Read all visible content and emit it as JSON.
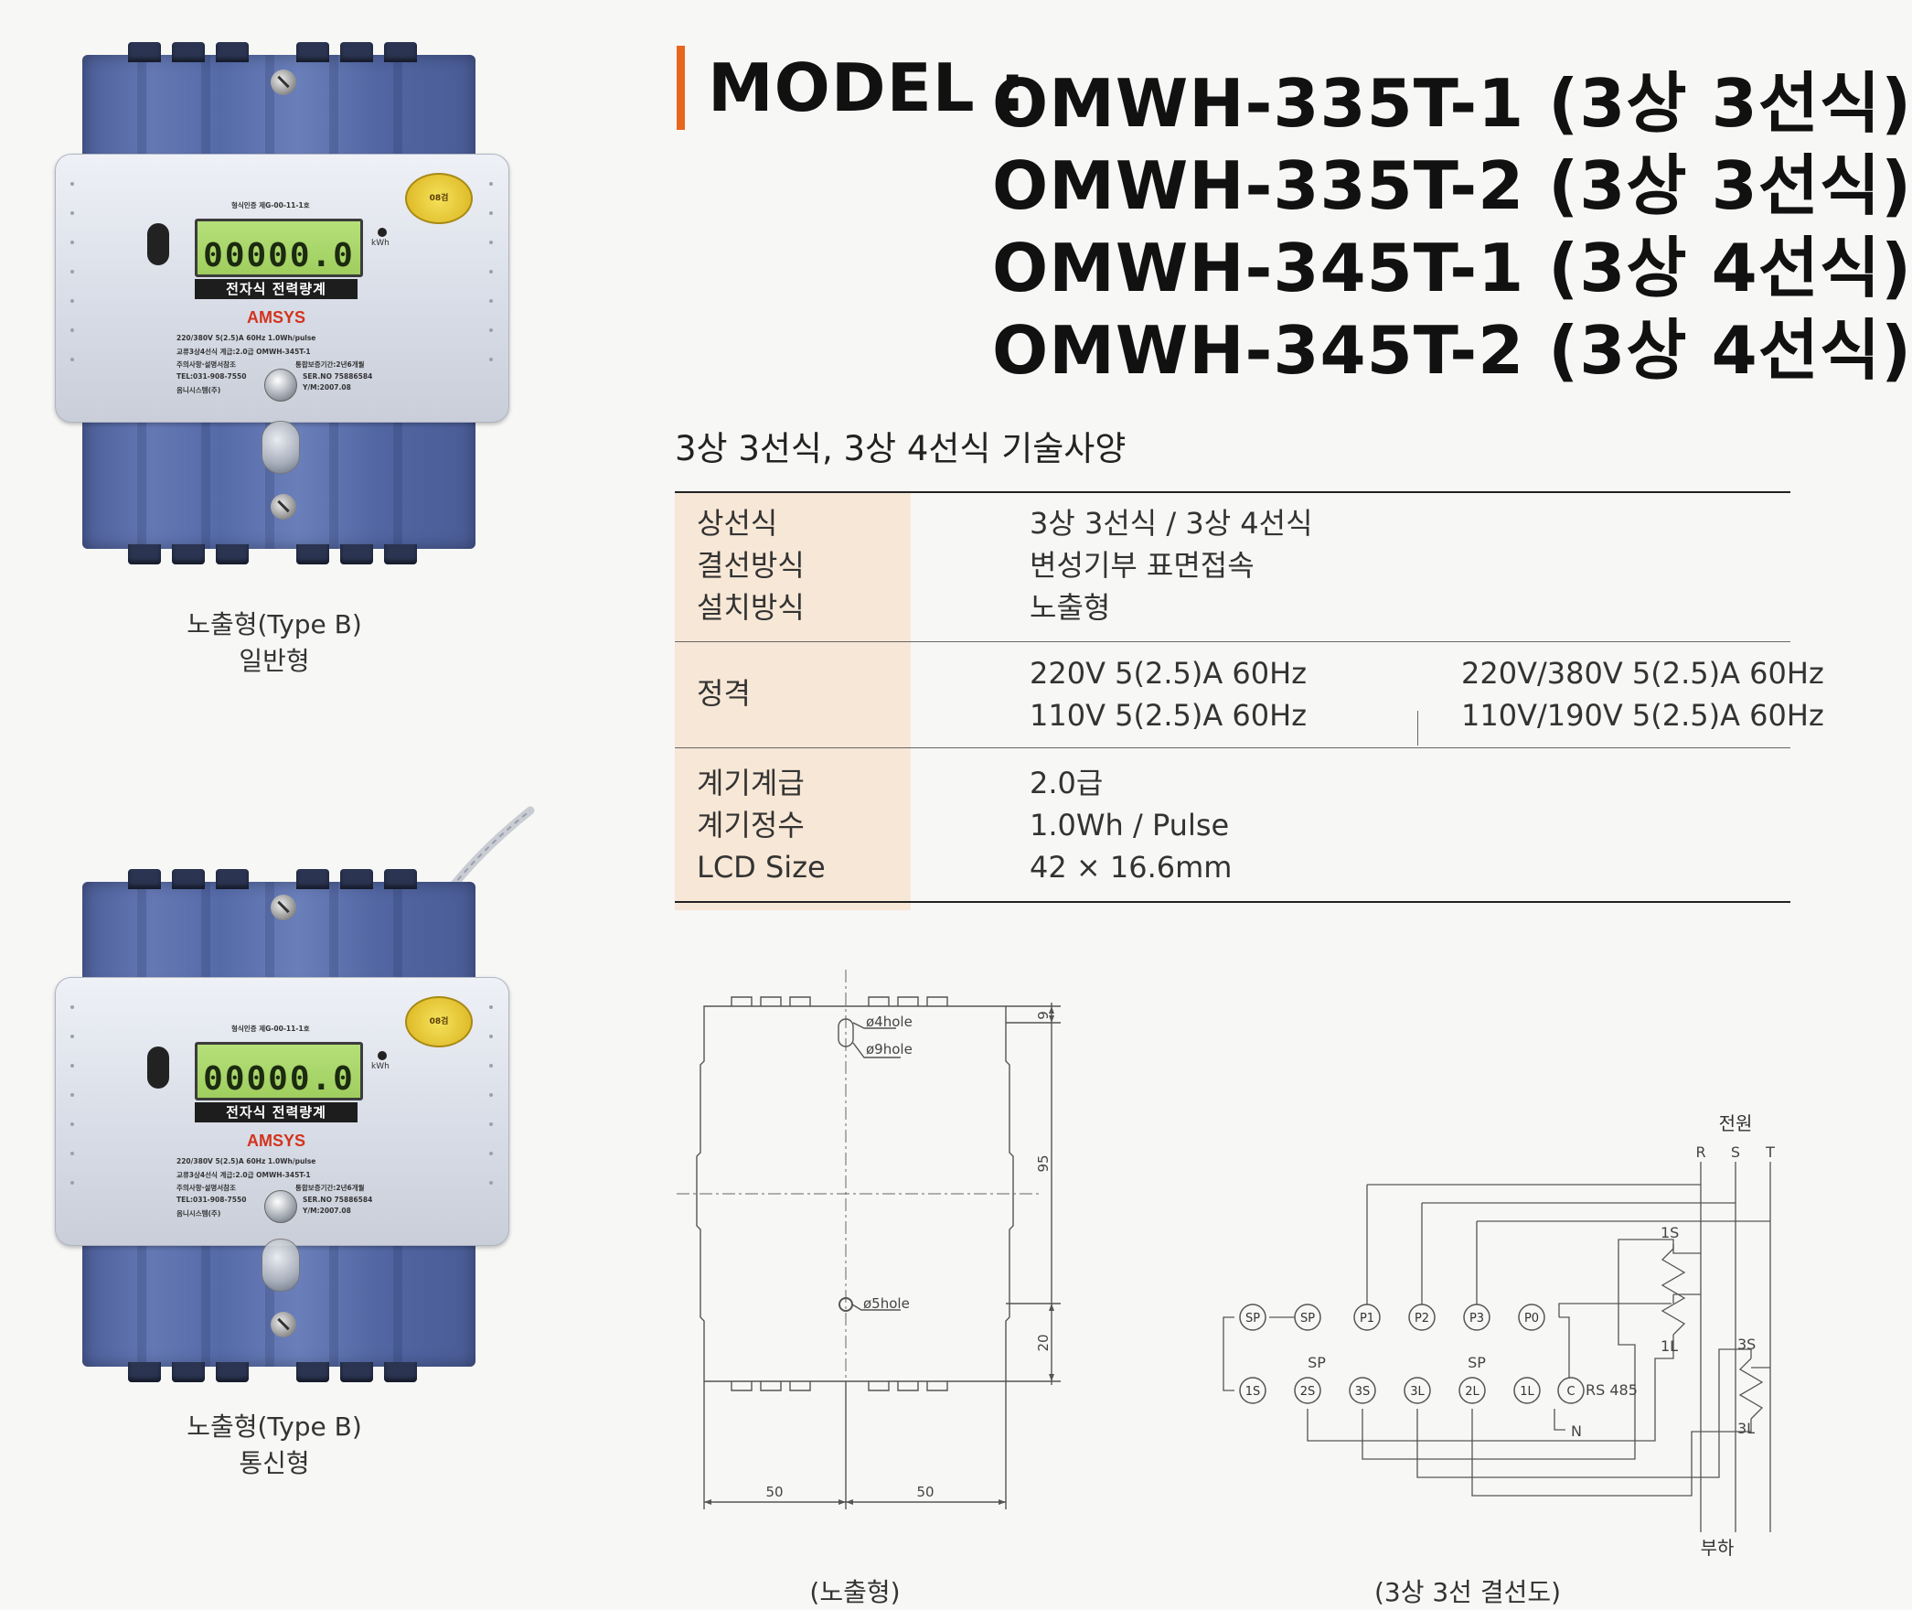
{
  "model": {
    "label": "MODEL :",
    "lines": [
      "OMWH-335T-1 (3상 3선식)",
      "OMWH-335T-2 (3상 3선식)",
      "OMWH-345T-1 (3상 4선식)",
      "OMWH-345T-2 (3상 4선식)"
    ],
    "accent_color": "#e8671c"
  },
  "spec_title": "3상 3선식, 3상 4선식 기술사양",
  "spec": {
    "group1": {
      "labels": [
        "상선식",
        "결선방식",
        "설치방식"
      ],
      "values": [
        "3상 3선식 / 3상 4선식",
        "변성기부 표면접속",
        "노출형"
      ]
    },
    "group2": {
      "label": "정격",
      "values_left": [
        "220V 5(2.5)A 60Hz",
        "110V 5(2.5)A 60Hz"
      ],
      "values_right": [
        "220V/380V 5(2.5)A 60Hz",
        "110V/190V 5(2.5)A 60Hz"
      ]
    },
    "group3": {
      "labels": [
        "계기계급",
        "계기정수",
        "LCD Size"
      ],
      "values": [
        "2.0급",
        "1.0Wh / Pulse",
        "42 × 16.6mm"
      ]
    },
    "label_shade_color": "#f7e7d6"
  },
  "products": [
    {
      "caption_line1": "노출형(Type B)",
      "caption_line2": "일반형",
      "meter": {
        "lcd": "00000.0",
        "kwh": "kWh",
        "banner": "전자식 전력량계",
        "brand": "AMSYS",
        "approval": "형식인증 제G-00-11-1호",
        "spec_line1": "220/380V  5(2.5)A  60Hz  1.0Wh/pulse",
        "spec_line2": "교류3상4선식  계급:2.0급  OMWH-345T-1",
        "spec_line3": "주의사항·설명서참조",
        "spec_line3b": "통합보증기간:2년6개월",
        "tel": "TEL:031-908-7550",
        "ser": "SER.NO 75886584",
        "ym": "Y/M:2007.08",
        "maker": "옴니시스템(주)",
        "seal": "08검"
      }
    },
    {
      "caption_line1": "노출형(Type B)",
      "caption_line2": "통신형",
      "meter": {
        "lcd": "00000.0",
        "kwh": "kWh",
        "banner": "전자식 전력량계",
        "brand": "AMSYS",
        "approval": "형식인증 제G-00-11-1호",
        "spec_line1": "220/380V  5(2.5)A  60Hz  1.0Wh/pulse",
        "spec_line2": "교류3상4선식  계급:2.0급  OMWH-345T-1",
        "spec_line3": "주의사항·설명서참조",
        "spec_line3b": "통합보증기간:2년6개월",
        "tel": "TEL:031-908-7550",
        "ser": "SER.NO 75886584",
        "ym": "Y/M:2007.08",
        "maker": "옴니시스템(주)",
        "seal": "08검"
      }
    }
  ],
  "dimension_drawing": {
    "caption": "(노출형)",
    "hole1": "ø4hole",
    "hole2": "ø9hole",
    "hole3": "ø5hole",
    "dim_top": "9",
    "dim_mid": "95",
    "dim_bottom": "20",
    "dim_left": "50",
    "dim_right": "50"
  },
  "wiring_diagram": {
    "caption": "(3상 3선 결선도)",
    "source_label": "전원",
    "load_label": "부하",
    "phases": [
      "R",
      "S",
      "T"
    ],
    "top_terminals": [
      "SP",
      "SP",
      "P1",
      "P2",
      "P3",
      "P0"
    ],
    "bottom_terminals": [
      "1S",
      "2S",
      "3S",
      "3L",
      "2L",
      "1L",
      "C"
    ],
    "sp_label": "SP",
    "rs485": "RS 485",
    "n_label": "N",
    "ct1_top": "1S",
    "ct1_bottom": "1L",
    "ct2_top": "3S",
    "ct2_bottom": "3L"
  }
}
